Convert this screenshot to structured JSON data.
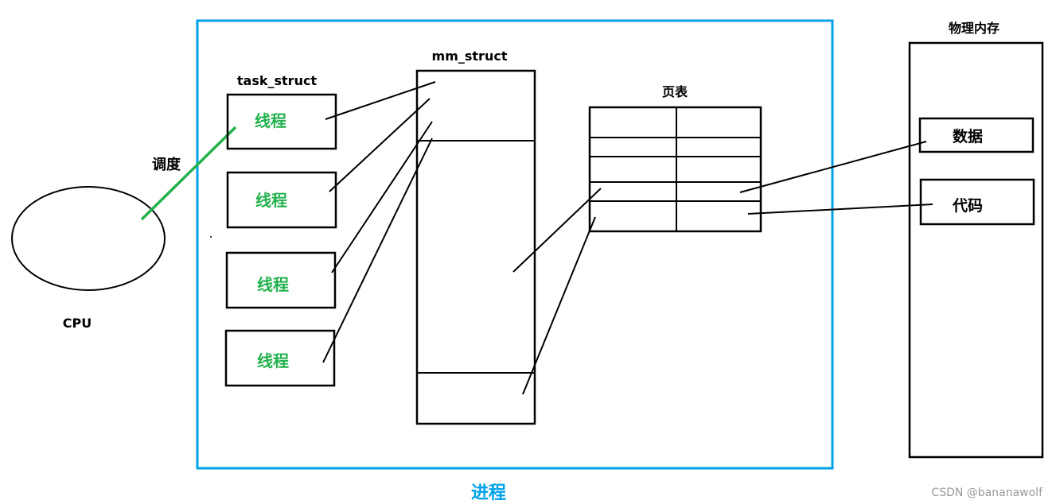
{
  "labels": {
    "process": "进程",
    "task_struct": "task_struct",
    "mm_struct": "mm_struct",
    "page_table": "页表",
    "physical_memory": "物理内存",
    "cpu": "CPU",
    "schedule": "调度",
    "data": "数据",
    "code": "代码",
    "watermark": "CSDN @bananawolf"
  },
  "threads": [
    "线程",
    "线程",
    "线程",
    "线程"
  ],
  "colors": {
    "process_border": "#00a2e8",
    "process_label": "#00a2e8",
    "thread_label": "#22b14c",
    "schedule_line": "#22b14c",
    "stroke": "#000000",
    "watermark": "#9a9a9a"
  }
}
